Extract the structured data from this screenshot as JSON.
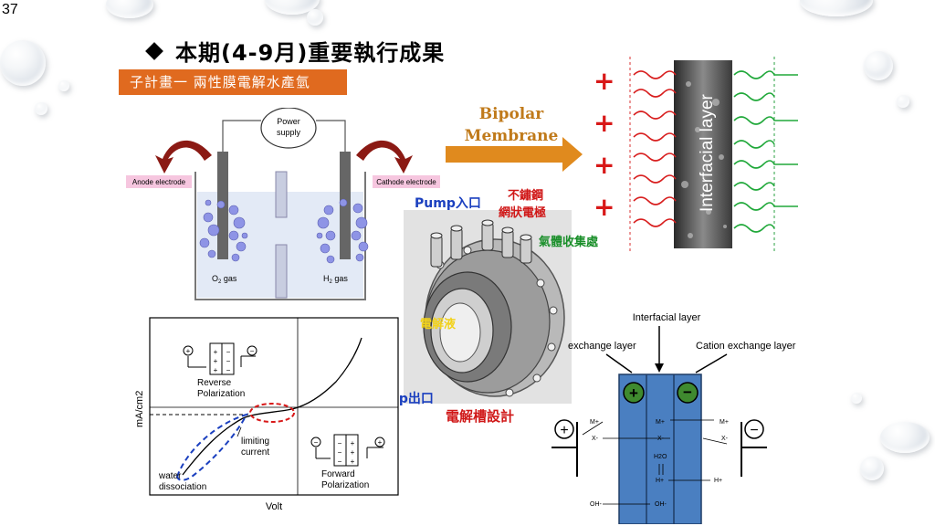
{
  "slide_number": "37",
  "title": "本期(4-9月)重要執行成果",
  "subtitle": "子計畫一 兩性膜電解水產氫",
  "schematic": {
    "power_supply": [
      "Power",
      "supply"
    ],
    "anode_label": "Anode electrode",
    "cathode_label": "Cathode electrode",
    "o2_label": "O",
    "o2_sub": "2",
    "o2_suffix": " gas",
    "h2_label": "H",
    "h2_sub": "2",
    "h2_suffix": " gas"
  },
  "membrane": {
    "arrow_label_1": "Bipolar",
    "arrow_label_2": "Membrane",
    "layer_label": "Interfacial layer",
    "plus_signs": [
      "+",
      "+",
      "+",
      "+"
    ]
  },
  "cell_design": {
    "pump_in": "Pump入口",
    "pump_out": "Pump出口",
    "electrode": [
      "不鏽鋼",
      "網狀電極"
    ],
    "gas_collector": "氣體收集處",
    "electrolyte": "電解液",
    "caption": "電解槽設計"
  },
  "iv_curve": {
    "ylabel": "mA/cm2",
    "xlabel": "Volt",
    "reverse": [
      "Reverse",
      "Polarization"
    ],
    "forward": [
      "Forward",
      "Polarization"
    ],
    "limiting": [
      "limiting",
      "current"
    ],
    "water": [
      "water",
      "dissociation"
    ]
  },
  "layers_diagram": {
    "interfacial": "Interfacial layer",
    "anion": "exchange layer",
    "cation": "Cation exchange layer",
    "ions_left": [
      "M+",
      "X-",
      "OH-"
    ],
    "ions_mid": [
      "M+",
      "X-",
      "H2O",
      "H+",
      "OH-"
    ],
    "ions_right": [
      "M+",
      "X-",
      "H+"
    ]
  }
}
